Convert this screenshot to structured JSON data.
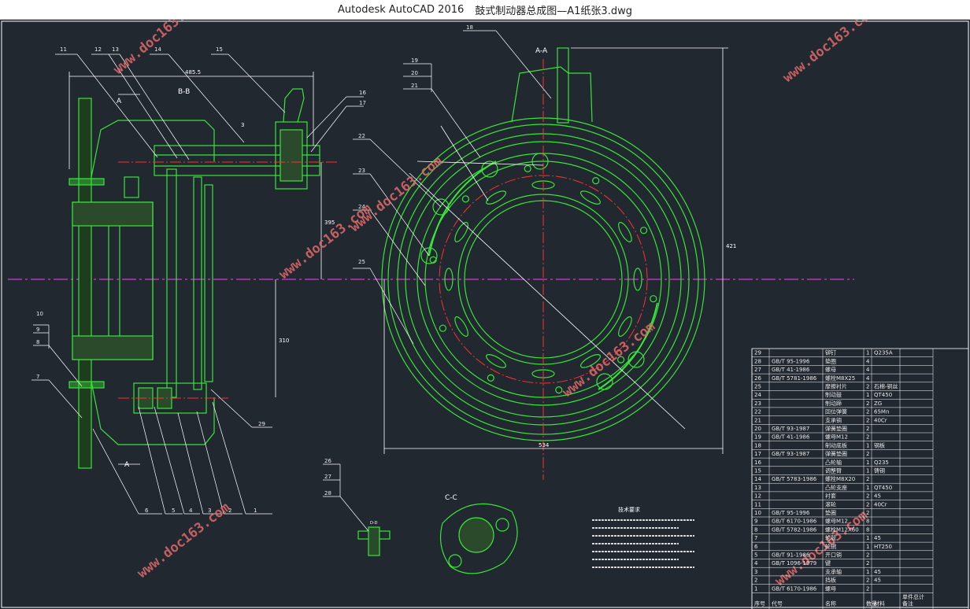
{
  "window": {
    "app_title": "Autodesk AutoCAD 2016",
    "document_title": "鼓式制动器总成图—A1纸张3.dwg"
  },
  "drawing": {
    "view_labels": {
      "aa": "A-A",
      "bb": "B-B",
      "cc": "C-C",
      "a_top": "A",
      "a_bottom": "A",
      "dd": "D-D"
    },
    "balloons_left": [
      "11",
      "12",
      "13",
      "14",
      "15",
      "16",
      "17",
      "10",
      "9",
      "8",
      "7",
      "6",
      "5",
      "4",
      "3",
      "2",
      "1"
    ],
    "balloons_right": [
      "18",
      "19",
      "20",
      "21",
      "22",
      "23",
      "24",
      "25",
      "26",
      "27",
      "28",
      "29"
    ],
    "dims": {
      "width_top": "485.5",
      "height_left": "395",
      "height_left2": "310",
      "diameter_right": "421",
      "width_bottom": "534",
      "small_s": "3"
    },
    "tech_title": "技术要求"
  },
  "watermark": "www.doc163.com",
  "bom": {
    "rows": [
      [
        "29",
        "",
        "铆钉",
        "1",
        "Q235A",
        ""
      ],
      [
        "28",
        "GB/T 95-1996",
        "垫圈",
        "4",
        "",
        ""
      ],
      [
        "27",
        "GB/T 41-1986",
        "螺母",
        "4",
        "",
        ""
      ],
      [
        "26",
        "GB/T 5781-1986",
        "螺栓M8X25",
        "4",
        "",
        ""
      ],
      [
        "25",
        "",
        "摩擦衬片",
        "2",
        "石棉-铜丝",
        ""
      ],
      [
        "24",
        "",
        "制动鼓",
        "1",
        "QT450",
        ""
      ],
      [
        "23",
        "",
        "制动蹄",
        "2",
        "ZG",
        ""
      ],
      [
        "22",
        "",
        "回位弹簧",
        "2",
        "65Mn",
        ""
      ],
      [
        "21",
        "",
        "支承销",
        "2",
        "40Cr",
        ""
      ],
      [
        "20",
        "GB/T 93-1987",
        "弹簧垫圈",
        "2",
        "",
        ""
      ],
      [
        "19",
        "GB/T 41-1986",
        "螺母M12",
        "2",
        "",
        ""
      ],
      [
        "18",
        "",
        "制动底板",
        "1",
        "钢板",
        ""
      ],
      [
        "17",
        "GB/T 93-1987",
        "弹簧垫圈",
        "2",
        "",
        ""
      ],
      [
        "16",
        "",
        "凸轮轴",
        "1",
        "Q235",
        ""
      ],
      [
        "15",
        "",
        "调整臂",
        "1",
        "铸钢",
        ""
      ],
      [
        "14",
        "GB/T 5783-1986",
        "螺栓M8X20",
        "2",
        "",
        ""
      ],
      [
        "13",
        "",
        "凸轮支座",
        "1",
        "QT450",
        ""
      ],
      [
        "12",
        "",
        "衬套",
        "2",
        "45",
        ""
      ],
      [
        "11",
        "",
        "滚轮",
        "2",
        "40Cr",
        ""
      ],
      [
        "10",
        "GB/T 95-1996",
        "垫圈",
        "2",
        "",
        ""
      ],
      [
        "9",
        "GB/T 6170-1986",
        "螺母M12",
        "8",
        "",
        ""
      ],
      [
        "8",
        "GB/T 5782-1986",
        "螺栓M12X60",
        "8",
        "",
        ""
      ],
      [
        "7",
        "",
        "轮毂",
        "1",
        "45",
        ""
      ],
      [
        "6",
        "",
        "轮辋",
        "1",
        "HT250",
        ""
      ],
      [
        "5",
        "GB/T 91-1986",
        "开口销",
        "2",
        "",
        ""
      ],
      [
        "4",
        "GB/T 1096-1979",
        "键",
        "2",
        "",
        ""
      ],
      [
        "3",
        "",
        "支承轴",
        "1",
        "45",
        ""
      ],
      [
        "2",
        "",
        "挡板",
        "2",
        "45",
        ""
      ],
      [
        "1",
        "GB/T 6170-1986",
        "螺母",
        "2",
        "",
        ""
      ]
    ],
    "header": [
      "序号",
      "代号",
      "名称",
      "数量",
      "材料",
      "备注"
    ],
    "footer_labels": [
      "单件",
      "总计"
    ]
  },
  "colors": {
    "background": "#212830",
    "lines_green": "#39e539",
    "centerline_red": "#ff3030",
    "centerline_magenta": "#d23ad2",
    "dims_white": "#ffffff",
    "watermark": "#e06a6a"
  }
}
